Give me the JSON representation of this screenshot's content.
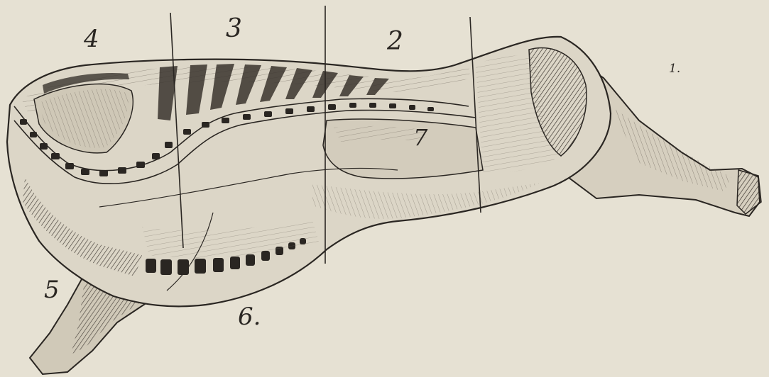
{
  "labels": {
    "one": "1.",
    "two": "2",
    "three": "3",
    "four": "4",
    "five": "5",
    "six": "6.",
    "seven": "7"
  },
  "colors": {
    "paper": "#e6e1d3",
    "ink": "#2a2622",
    "flesh": "#d9d3c4"
  }
}
